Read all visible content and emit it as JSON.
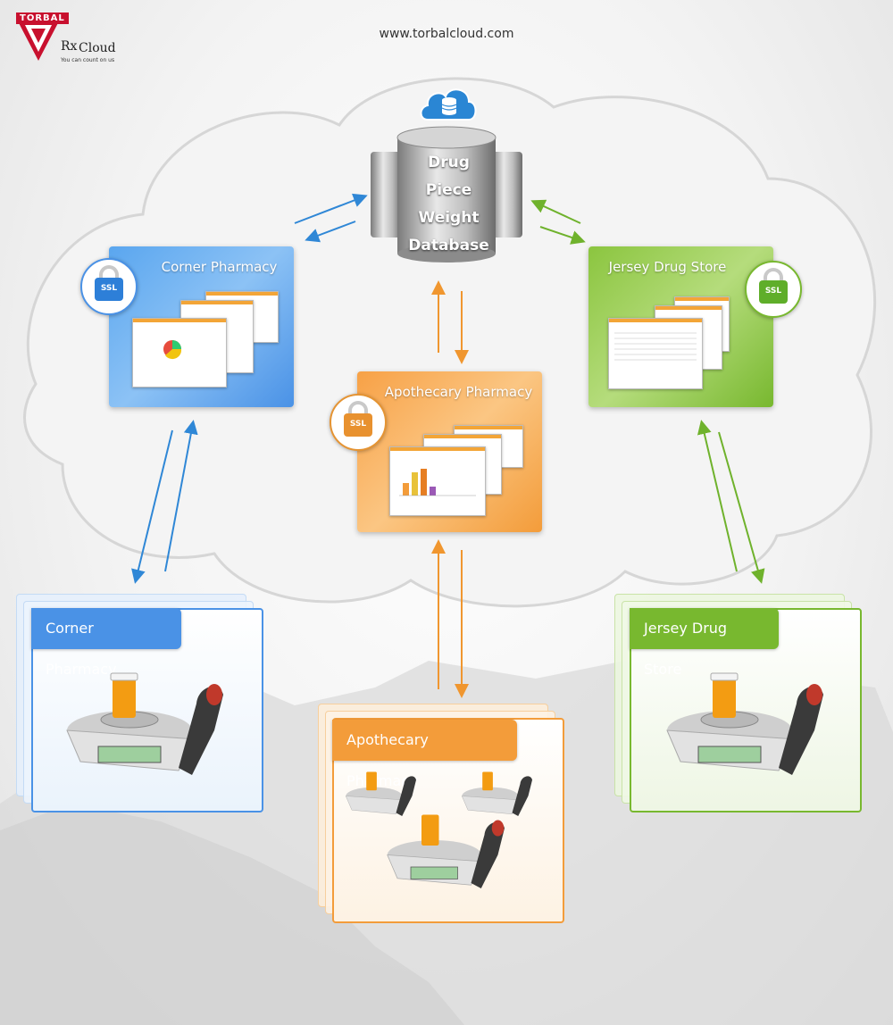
{
  "header": {
    "brand": "TORBAL",
    "product_rx": "Rx",
    "product_cloud": "Cloud",
    "tagline": "You can count on us",
    "url": "www.torbalcloud.com"
  },
  "database": {
    "lines": [
      "Drug",
      "Piece",
      "Weight",
      "Database"
    ]
  },
  "cloud_panels": {
    "corner": {
      "title": "Corner Pharmacy"
    },
    "apothecary": {
      "title": "Apothecary Pharmacy"
    },
    "jersey": {
      "title": "Jersey Drug Store"
    }
  },
  "ssl_label": "SSL",
  "locations": {
    "corner": {
      "title": "Corner Pharmacy"
    },
    "apothecary": {
      "title": "Apothecary Pharmacy"
    },
    "jersey": {
      "title": "Jersey Drug Store"
    }
  },
  "colors": {
    "blue": "#4a92e6",
    "orange": "#f39c3a",
    "green": "#78b82f",
    "brand_red": "#c8102e"
  },
  "icons": {
    "cloud_db": "cloud-database-icon",
    "lock": "padlock-icon",
    "scale": "pharmacy-scale-icon",
    "scanner": "barcode-scanner-icon"
  }
}
